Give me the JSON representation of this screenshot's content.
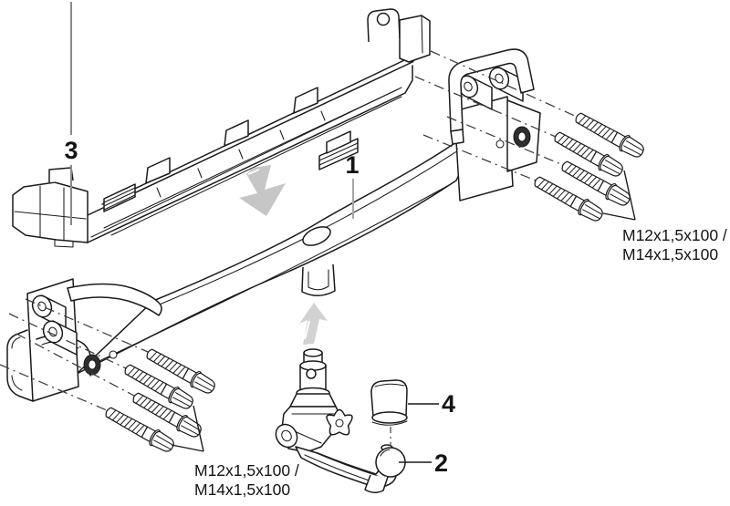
{
  "background": "#ffffff",
  "colors": {
    "line": "#1a1a1a",
    "arrow_fill": "#c6c6c6",
    "leader_gray": "#8a8a8a"
  },
  "callouts": {
    "c1": "1",
    "c2": "2",
    "c3": "3",
    "c4": "4"
  },
  "bolt_spec_left": {
    "line1": "M12x1,5x100 /",
    "line2": "M14x1,5x100"
  },
  "bolt_spec_right": {
    "line1": "M12x1,5x100 /",
    "line2": "M14x1,5x100"
  }
}
